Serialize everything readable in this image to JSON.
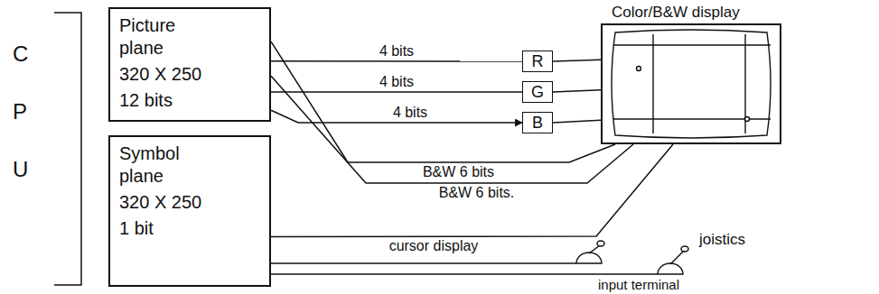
{
  "diagram": {
    "nodes": [
      {
        "text": [
          "CPU"
        ]
      },
      {
        "text": [
          "Picture plane",
          "320 X 250",
          "12 bits"
        ]
      },
      {
        "text": [
          "Symbol plane",
          "320 X 250",
          "1 bit"
        ]
      },
      {
        "text": [
          "R"
        ]
      },
      {
        "text": [
          "G"
        ]
      },
      {
        "text": [
          "B"
        ]
      },
      {
        "text": [
          "Color/B&W display"
        ]
      }
    ],
    "edges": [
      {
        "from": 1,
        "to": 3,
        "label": "4 bits",
        "arrow": "none"
      },
      {
        "from": 1,
        "to": 4,
        "label": "4 bits",
        "arrow": "none"
      },
      {
        "from": 1,
        "to": 5,
        "label": "4 bits",
        "arrow": "to"
      },
      {
        "from": 3,
        "to": 6,
        "arrow": "none"
      },
      {
        "from": 4,
        "to": 6,
        "arrow": "none"
      },
      {
        "from": 5,
        "to": 6,
        "arrow": "none"
      },
      {
        "from": 1,
        "to": 6,
        "label": "B&W 6 bits",
        "arrow": "none"
      },
      {
        "from": 1,
        "to": 6,
        "label": "B&W 6 bits.",
        "arrow": "none"
      },
      {
        "from": 2,
        "to": 6,
        "label": "cursor display",
        "arrow": "none"
      }
    ],
    "labels": [
      "joistics",
      "input terminal"
    ]
  }
}
